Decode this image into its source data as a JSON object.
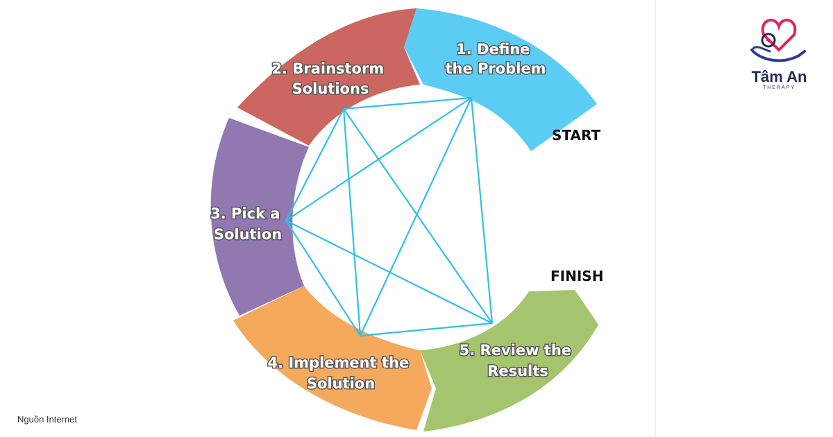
{
  "steps": [
    {
      "line1": "1. Define",
      "line2": "the Problem",
      "color": "#5bcdf5"
    },
    {
      "line1": "2. Brainstorm",
      "line2": "Solutions",
      "color": "#cc6661"
    },
    {
      "line1": "3. Pick a",
      "line2": "Solution",
      "color": "#9178b1"
    },
    {
      "line1": "4. Implement the",
      "line2": "Solution",
      "color": "#f4a95d"
    },
    {
      "line1": "5. Review the",
      "line2": "Results",
      "color": "#a5c46e"
    }
  ],
  "markers": {
    "start": "START",
    "finish": "FINISH"
  },
  "connector_color": "#2ec0e8",
  "brand": {
    "name": "Tâm An",
    "subtitle": "THERAPY"
  },
  "source": "Nguồn Internet"
}
